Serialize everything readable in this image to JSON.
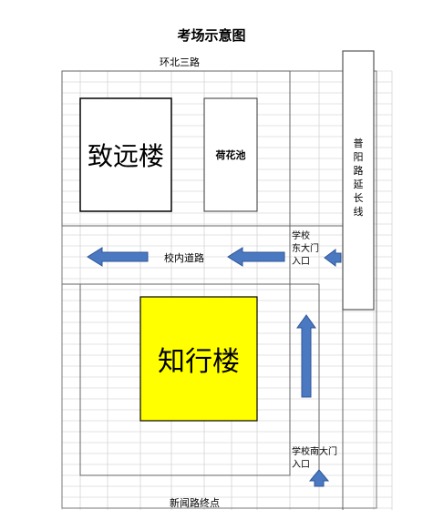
{
  "diagram": {
    "title": "考场示意图",
    "roads": {
      "north": "环北三路",
      "east": "普阳路延长线",
      "south": "新闻路终点",
      "campus": "校内道路"
    },
    "buildings": {
      "zhiyuan": "致远楼",
      "pond": "荷花池",
      "zhixing": "知行楼"
    },
    "gates": {
      "east": [
        "学校",
        "东大门",
        "入口"
      ],
      "south": [
        "学校南大门",
        "入口"
      ]
    },
    "colors": {
      "grid": "#c8c8c8",
      "outline": "#555555",
      "arrow": "#4a79c1",
      "arrow_stroke": "#2f5597",
      "highlight": "#ffff00"
    }
  }
}
